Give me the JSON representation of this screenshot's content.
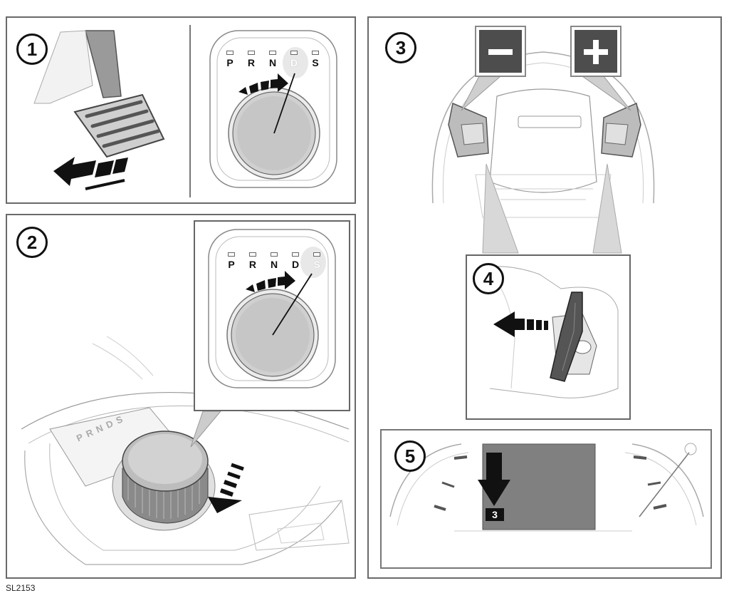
{
  "figure_code": "SL2153",
  "panels": [
    {
      "number": "1"
    },
    {
      "number": "2"
    },
    {
      "number": "3"
    },
    {
      "number": "4"
    },
    {
      "number": "5"
    }
  ],
  "selector_positions": [
    "P",
    "R",
    "N",
    "D",
    "S"
  ],
  "console_gate_letters": [
    "P",
    "R",
    "N",
    "D",
    "S"
  ],
  "paddle_labels": {
    "minus": "−",
    "plus": "+"
  },
  "display_gear": "3",
  "highlight": {
    "panel1_selected": "D",
    "panel2_selected": "S"
  },
  "colors": {
    "line": "#555555",
    "dark_key": "#4d4d4d",
    "display": "#808080",
    "highlight": "#ffffff"
  }
}
